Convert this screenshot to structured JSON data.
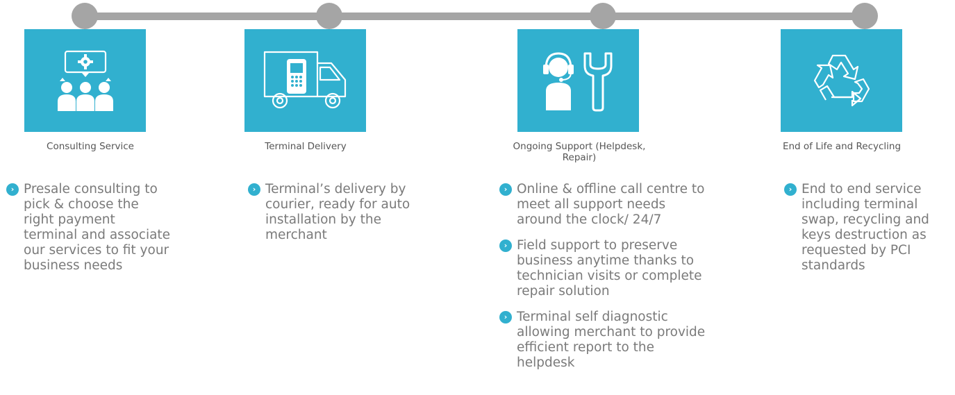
{
  "colors": {
    "accent": "#31b0cf",
    "timeline": "#a5a5a5",
    "text": "#7a7a7a"
  },
  "stages": [
    {
      "title": "Consulting Service",
      "icon": "consulting-people-gear-icon",
      "bullets": [
        "Presale consulting to pick & choose the right payment terminal and associate our services to fit your business needs"
      ]
    },
    {
      "title": "Terminal Delivery",
      "icon": "delivery-truck-terminal-icon",
      "bullets": [
        "Terminal’s delivery by courier, ready for auto installation by the merchant"
      ]
    },
    {
      "title": "Ongoing Support (Helpdesk, Repair)",
      "icon": "support-headset-wrench-icon",
      "bullets": [
        "Online & offline call centre to meet all support needs around the clock/ 24/7",
        "Field support to preserve business anytime thanks to technician visits or complete repair solution",
        "Terminal self diagnostic allowing merchant to provide efficient report to the helpdesk"
      ]
    },
    {
      "title": "End of Life and Recycling",
      "icon": "recycling-icon",
      "bullets": [
        "End to end service including terminal swap, recycling and keys destruction as requested by PCI standards"
      ]
    }
  ]
}
